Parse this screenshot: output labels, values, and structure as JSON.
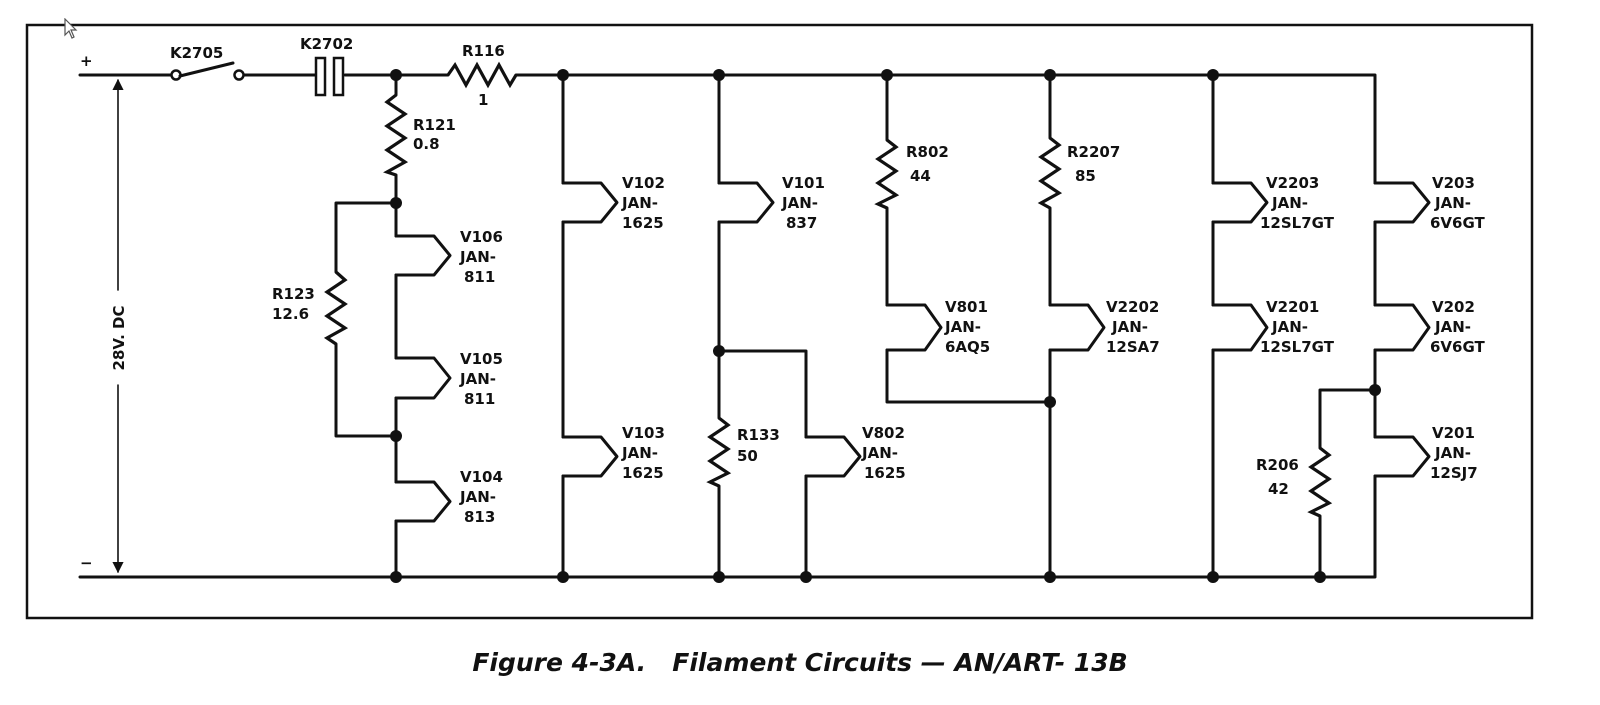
{
  "caption": "Figure 4-3A.   Filament Circuits — AN/ART- 13B",
  "supply": {
    "plus": "+",
    "minus": "−",
    "voltage": "28V. DC"
  },
  "switches": {
    "k2705": "K2705",
    "k2702": "K2702"
  },
  "resistors": {
    "r116": {
      "name": "R116",
      "value": "1"
    },
    "r121": {
      "name": "R121",
      "value": "0.8"
    },
    "r123": {
      "name": "R123",
      "value": "12.6"
    },
    "r133": {
      "name": "R133",
      "value": "50"
    },
    "r802": {
      "name": "R802",
      "value": "44"
    },
    "r2207": {
      "name": "R2207",
      "value": "85"
    },
    "r206": {
      "name": "R206",
      "value": "42"
    }
  },
  "tubes": {
    "v106": {
      "l1": "V106",
      "l2": "JAN-",
      "l3": "811"
    },
    "v105": {
      "l1": "V105",
      "l2": "JAN-",
      "l3": "811"
    },
    "v104": {
      "l1": "V104",
      "l2": "JAN-",
      "l3": "813"
    },
    "v102": {
      "l1": "V102",
      "l2": "JAN-",
      "l3": "1625"
    },
    "v103": {
      "l1": "V103",
      "l2": "JAN-",
      "l3": "1625"
    },
    "v101": {
      "l1": "V101",
      "l2": "JAN-",
      "l3": "837"
    },
    "v802": {
      "l1": "V802",
      "l2": "JAN-",
      "l3": "1625"
    },
    "v801": {
      "l1": "V801",
      "l2": "JAN-",
      "l3": "6AQ5"
    },
    "v2202": {
      "l1": "V2202",
      "l2": "JAN-",
      "l3": "12SA7"
    },
    "v2203": {
      "l1": "V2203",
      "l2": "JAN-",
      "l3": "12SL7GT"
    },
    "v2201": {
      "l1": "V2201",
      "l2": "JAN-",
      "l3": "12SL7GT"
    },
    "v203": {
      "l1": "V203",
      "l2": "JAN-",
      "l3": "6V6GT"
    },
    "v202": {
      "l1": "V202",
      "l2": "JAN-",
      "l3": "6V6GT"
    },
    "v201": {
      "l1": "V201",
      "l2": "JAN-",
      "l3": "12SJ7"
    }
  }
}
